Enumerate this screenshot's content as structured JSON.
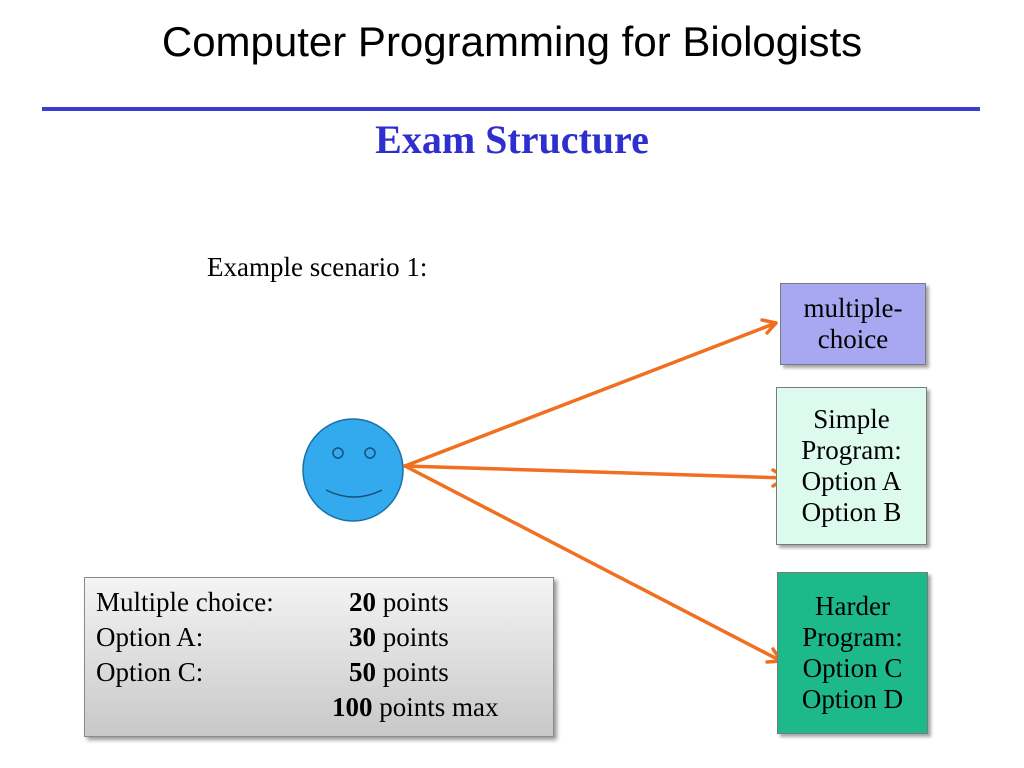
{
  "slide": {
    "title": "Computer Programming for Biologists",
    "subtitle": "Exam Structure",
    "scenario_label": "Example scenario 1:"
  },
  "boxes": {
    "multiple_choice": {
      "line1": "multiple-",
      "line2": "choice"
    },
    "simple": {
      "line1": "Simple",
      "line2": "Program:",
      "line3": "Option A",
      "line4": "Option B"
    },
    "harder": {
      "line1": "Harder",
      "line2": "Program:",
      "line3": "Option C",
      "line4": "Option D"
    }
  },
  "scores": {
    "rows": [
      {
        "label": "Multiple choice:",
        "value": "20",
        "unit": " points"
      },
      {
        "label": "Option A:",
        "value": "30",
        "unit": " points"
      },
      {
        "label": "Option C:",
        "value": "50",
        "unit": " points"
      },
      {
        "label": "",
        "value": "100",
        "unit": " points max"
      }
    ]
  },
  "colors": {
    "rule": "#3b3bd6",
    "subtitle": "#2f2fd0",
    "arrow": "#f07020",
    "face": "#33aaee",
    "box_multiple_choice": "#a8a8f2",
    "box_simple": "#ddfaee",
    "box_harder": "#1db98a"
  }
}
